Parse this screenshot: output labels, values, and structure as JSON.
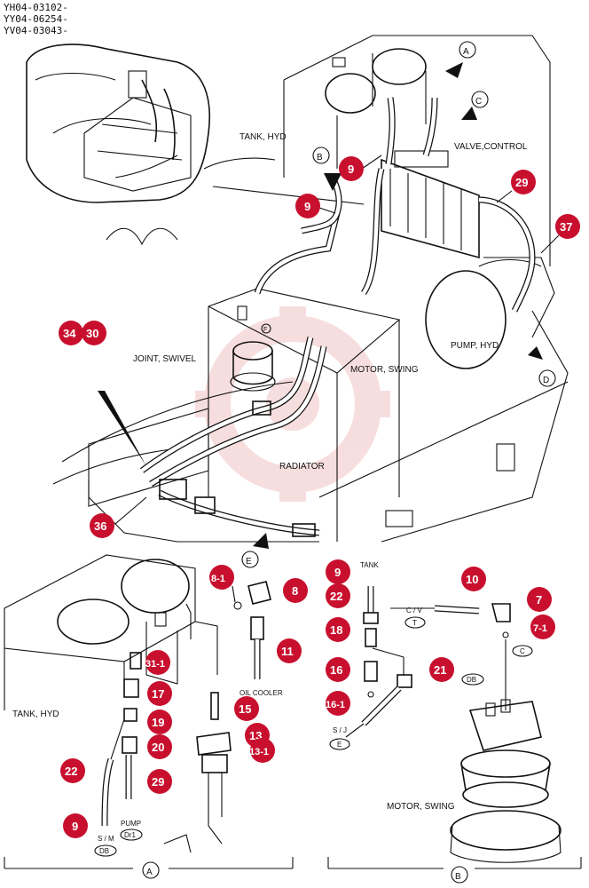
{
  "header": {
    "codes": [
      "YH04-03102-",
      "YY04-06254-",
      "YV04-03043-"
    ]
  },
  "labels": {
    "tank_hyd_top": "TANK, HYD",
    "valve_control": "VALVE,CONTROL",
    "pump_hyd": "PUMP, HYD",
    "joint_swivel": "JOINT, SWIVEL",
    "motor_swing_top": "MOTOR, SWING",
    "radiator": "RADIATOR",
    "tank_hyd_a": "TANK, HYD",
    "oil_cooler": "OIL COOLER",
    "tank_b": "TANK",
    "cv": "C / V",
    "sj": "S / J",
    "motor_swing_b": "MOTOR, SWING",
    "pump_dr1_top": "PUMP",
    "sm": "S / M"
  },
  "callouts": {
    "A": "A",
    "B": "B",
    "C": "C",
    "D": "D",
    "E": "E",
    "F": "F",
    "T": "T",
    "DB": "DB",
    "C2": "C",
    "E2": "E",
    "DB2": "DB",
    "Dr1": "Dr1"
  },
  "sections": {
    "a": "A",
    "b": "B"
  },
  "markers": {
    "m9a": "9",
    "m9b": "9",
    "m29": "29",
    "m37": "37",
    "m34": "34",
    "m30": "30",
    "m36": "36",
    "m8_1": "8-1",
    "m8": "8",
    "m9c": "9",
    "m22a": "22",
    "m10": "10",
    "m7": "7",
    "m7_1": "7-1",
    "m18": "18",
    "m11": "11",
    "m31_1": "31-1",
    "m17": "17",
    "m16": "16",
    "m21": "21",
    "m15": "15",
    "m19": "19",
    "m16_1": "16-1",
    "m20": "20",
    "m13": "13",
    "m13_1": "13-1",
    "m22b": "22",
    "m29b": "29",
    "m9d": "9"
  },
  "colors": {
    "marker": "#c8102e",
    "watermark": "#f2c4c4",
    "line": "#111111"
  }
}
